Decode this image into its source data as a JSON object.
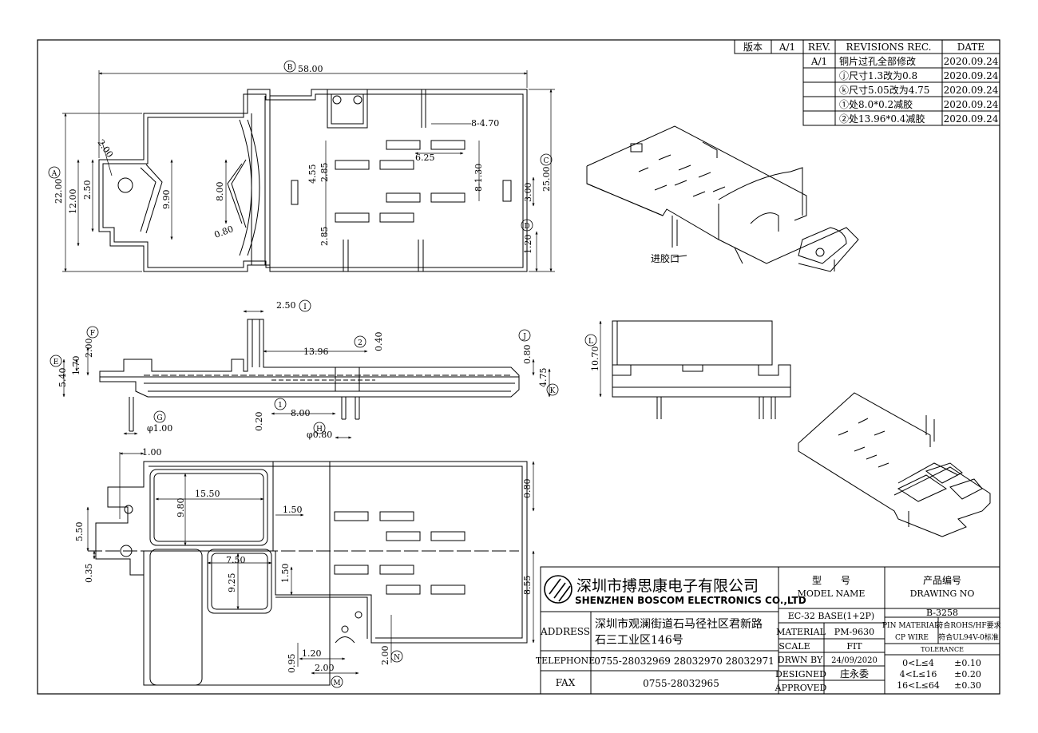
{
  "revisions": {
    "header": {
      "ver": "版本",
      "ver_val": "A/1",
      "rev": "REV.",
      "rec": "REVISIONS REC.",
      "date": "DATE"
    },
    "rows": [
      {
        "rev": "A/1",
        "text": "铜片过孔全部修改",
        "date": "2020.09.24"
      },
      {
        "rev": "",
        "text": "ⓙ尺寸1.3改为0.8",
        "date": "2020.09.24"
      },
      {
        "rev": "",
        "text": "ⓚ尺寸5.05改为4.75",
        "date": "2020.09.24"
      },
      {
        "rev": "",
        "text": "①处8.0*0.2减胶",
        "date": "2020.09.24"
      },
      {
        "rev": "",
        "text": "②处13.96*0.4减胶",
        "date": "2020.09.24"
      }
    ]
  },
  "company": {
    "name_cn": "深圳市搏思康电子有限公司",
    "name_en": "SHENZHEN BOSCOM ELECTRONICS CO.,LTD",
    "address_label": "ADDRESS",
    "address_line1": "深圳市观澜街道石马径社区君新路",
    "address_line2": "石三工业区146号",
    "telephone_label": "TELEPHONE",
    "telephone": "0755-28032969 28032970 28032971",
    "fax_label": "FAX",
    "fax": "0755-28032965"
  },
  "title_block": {
    "model_cn": "型　　号",
    "model_en": "MODEL NAME",
    "model_value": "EC-32 BASE(1+2P)",
    "drawing_cn": "产品编号",
    "drawing_en": "DRAWING NO",
    "drawing_value": "B-3258",
    "material_label": "MATERIAL",
    "material_value": "PM-9630",
    "scale_label": "SCALE",
    "scale_value": "FIT",
    "drwn_label": "DRWN BY",
    "drwn_value": "24/09/2020",
    "designed_label": "DESIGNED",
    "designed_value": "庄永委",
    "approved_label": "APPROVED",
    "pin_material_label": "PIN MATERIAL:",
    "pin_material_value": "符合ROHS/HF要求",
    "cp_wire_label": "CP WIRE",
    "cp_wire_value": "符合UL94V-0标准",
    "tolerance_label": "TOLERANCE",
    "tolerances": [
      {
        "range": "0<L≤4",
        "value": "±0.10"
      },
      {
        "range": "4<L≤16",
        "value": "±0.20"
      },
      {
        "range": "16<L≤64",
        "value": "±0.30"
      }
    ]
  },
  "dims_top": {
    "B": "58.00",
    "A": "22.00",
    "C": "25.00",
    "D": "1.20",
    "d12": "12.00",
    "d250": "2.50",
    "d990": "9.90",
    "d200": "2.00",
    "d800": "8.00",
    "d080": "0.80",
    "d470": "8-4.70",
    "d625": "6.25",
    "d130": "8-1.30",
    "d455": "4.55",
    "d285a": "2.85",
    "d285b": "2.85",
    "d300": "3.00"
  },
  "dims_side": {
    "I": "2.50",
    "d1396": "13.96",
    "d040": "0.40",
    "F": "2.00",
    "E": "1.70",
    "d540": "5.40",
    "J": "0.80",
    "K": "4.75",
    "d800": "8.00",
    "d020": "0.20",
    "G": "φ1.00",
    "H": "φ0.80"
  },
  "dims_bottom": {
    "d100": "1.00",
    "d1550": "15.50",
    "d980": "9.80",
    "d150a": "1.50",
    "d080": "0.80",
    "d550": "5.50",
    "d035": "0.35",
    "d750": "7.50",
    "d925": "9.25",
    "d150b": "1.50",
    "d855": "8.55",
    "d120": "1.20",
    "d095": "0.95",
    "d200a": "2.00",
    "d200b": "2.00"
  },
  "dims_end": {
    "L": "10.70"
  },
  "labels": {
    "gate": "进胶口",
    "circ": {
      "A": "A",
      "B": "B",
      "C": "C",
      "D": "D",
      "E": "E",
      "F": "F",
      "G": "G",
      "H": "H",
      "I": "I",
      "J": "J",
      "K": "K",
      "L": "L",
      "M": "M",
      "N": "N",
      "one": "1",
      "two": "2"
    }
  }
}
